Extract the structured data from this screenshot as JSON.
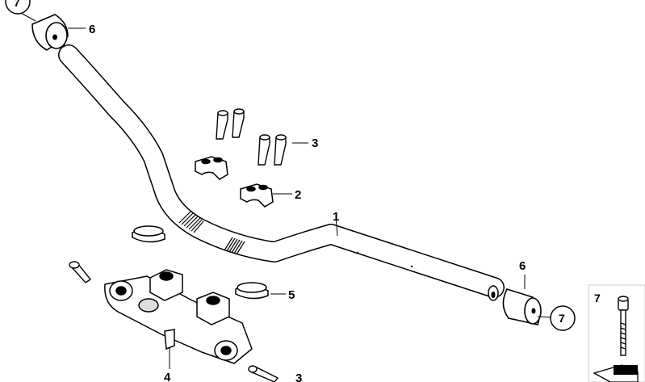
{
  "callouts": {
    "c1": "1",
    "c2": "2",
    "c3a": "3",
    "c3b": "3",
    "c4": "4",
    "c5": "5",
    "c6a": "6",
    "c6b": "6",
    "c7a": "7",
    "c7b": "7"
  },
  "legend": {
    "item7": "7"
  },
  "colors": {
    "line": "#000000",
    "fill": "#ffffff",
    "shade": "#bdbdbd",
    "dark": "#555555"
  }
}
